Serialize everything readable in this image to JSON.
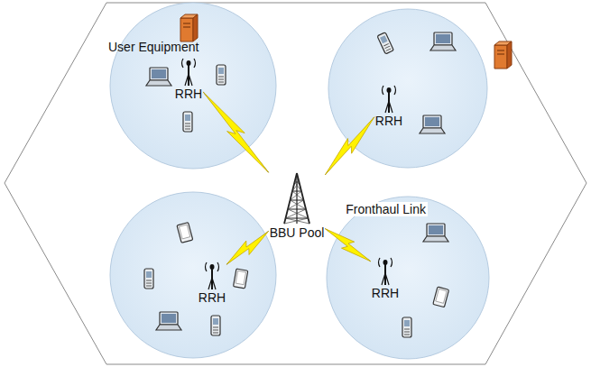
{
  "diagram": {
    "nodes": [
      {
        "text": [
          "RRH"
        ]
      },
      {
        "text": [
          "RRH"
        ]
      },
      {
        "text": [
          "RRH"
        ]
      },
      {
        "text": [
          "RRH"
        ]
      },
      {
        "text": [
          "BBU Pool"
        ]
      }
    ],
    "edges": [
      {
        "from": 0,
        "to": 4,
        "arrow": "none"
      },
      {
        "from": 1,
        "to": 4,
        "arrow": "none"
      },
      {
        "from": 2,
        "to": 4,
        "arrow": "none"
      },
      {
        "from": 3,
        "to": 4,
        "arrow": "none",
        "label": "Fronthaul Link"
      }
    ],
    "labels": [
      "User Equipment"
    ]
  }
}
